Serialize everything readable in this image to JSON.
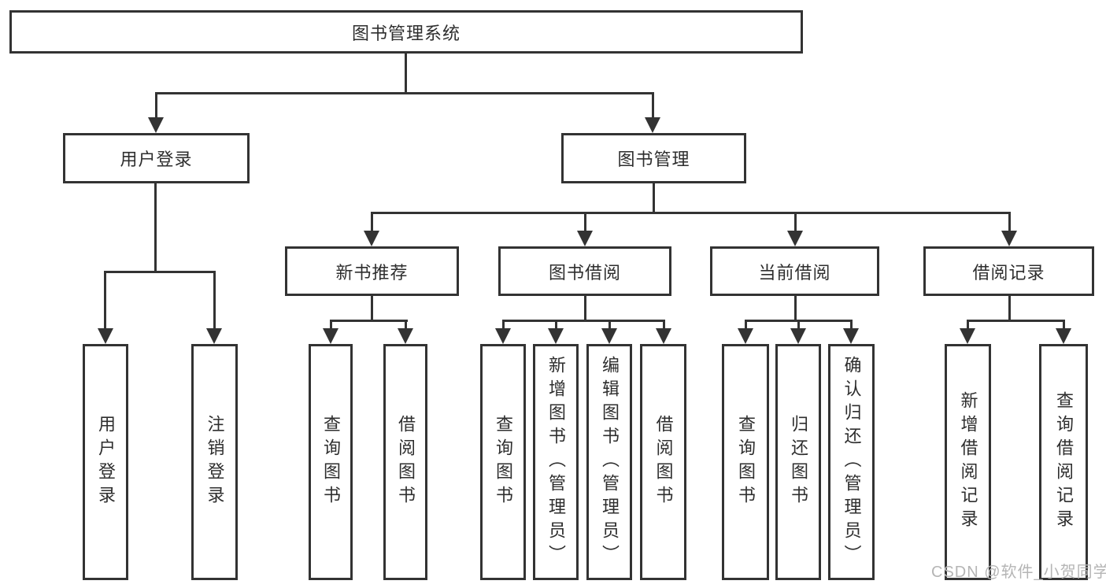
{
  "diagram_type": "hierarchy-tree",
  "hierarchy": {
    "label": "图书管理系统",
    "children": [
      {
        "label": "用户登录",
        "children": [
          {
            "label": "用户登录"
          },
          {
            "label": "注销登录"
          }
        ]
      },
      {
        "label": "图书管理",
        "children": [
          {
            "label": "新书推荐",
            "children": [
              {
                "label": "查询图书"
              },
              {
                "label": "借阅图书"
              }
            ]
          },
          {
            "label": "图书借阅",
            "children": [
              {
                "label": "查询图书"
              },
              {
                "label": "新增图书（管理员）"
              },
              {
                "label": "编辑图书（管理员）"
              },
              {
                "label": "借阅图书"
              }
            ]
          },
          {
            "label": "当前借阅",
            "children": [
              {
                "label": "查询图书"
              },
              {
                "label": "归还图书"
              },
              {
                "label": "确认归还（管理员）"
              }
            ]
          },
          {
            "label": "借阅记录",
            "children": [
              {
                "label": "新增借阅记录"
              },
              {
                "label": "查询借阅记录"
              }
            ]
          }
        ]
      }
    ]
  },
  "watermark": "CSDN @软件_小贺同学",
  "colors": {
    "line": "#333333",
    "text": "#2e2e2e",
    "watermark": "#b5b5b5",
    "background": "#ffffff"
  }
}
